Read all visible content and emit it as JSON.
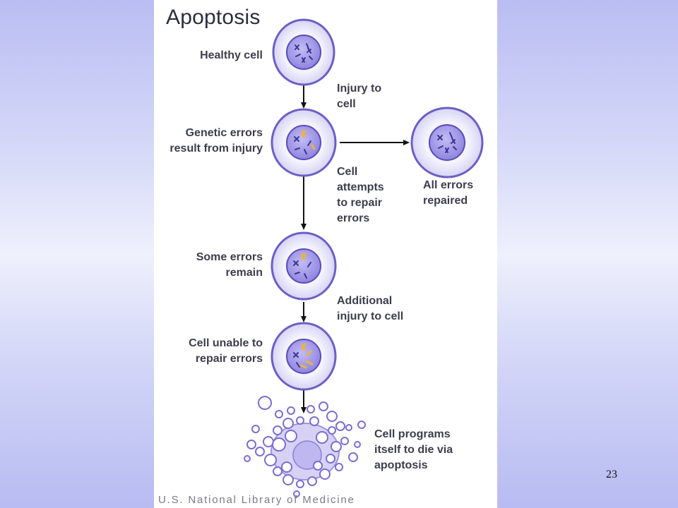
{
  "title": "Apoptosis",
  "steps": [
    {
      "lines": [
        "Healthy cell"
      ]
    },
    {
      "lines": [
        "Genetic errors",
        "result from injury"
      ]
    },
    {
      "lines": [
        "Some errors",
        "remain"
      ]
    },
    {
      "lines": [
        "Cell unable to",
        "repair errors"
      ]
    }
  ],
  "transitions": [
    {
      "lines": [
        "Injury to",
        "cell"
      ]
    },
    {
      "lines": [
        "Cell",
        "attempts",
        "to repair",
        "errors"
      ]
    },
    {
      "lines": [
        "Additional",
        "injury to cell"
      ]
    }
  ],
  "branch": {
    "lines": [
      "All errors",
      "repaired"
    ]
  },
  "final": {
    "lines": [
      "Cell programs",
      "itself to die via",
      "apoptosis"
    ]
  },
  "credit": "U.S. National Library of Medicine",
  "page_number": "23",
  "colors": {
    "cell_fill": "#e6e4f8",
    "cell_stroke": "#6c5fc4",
    "nucleus_fill": "#a39be8",
    "nucleus_stroke": "#5a4bb8",
    "chromosome": "#3e3491",
    "error_chromosome": "#f0b23a",
    "arrow": "#111111"
  }
}
